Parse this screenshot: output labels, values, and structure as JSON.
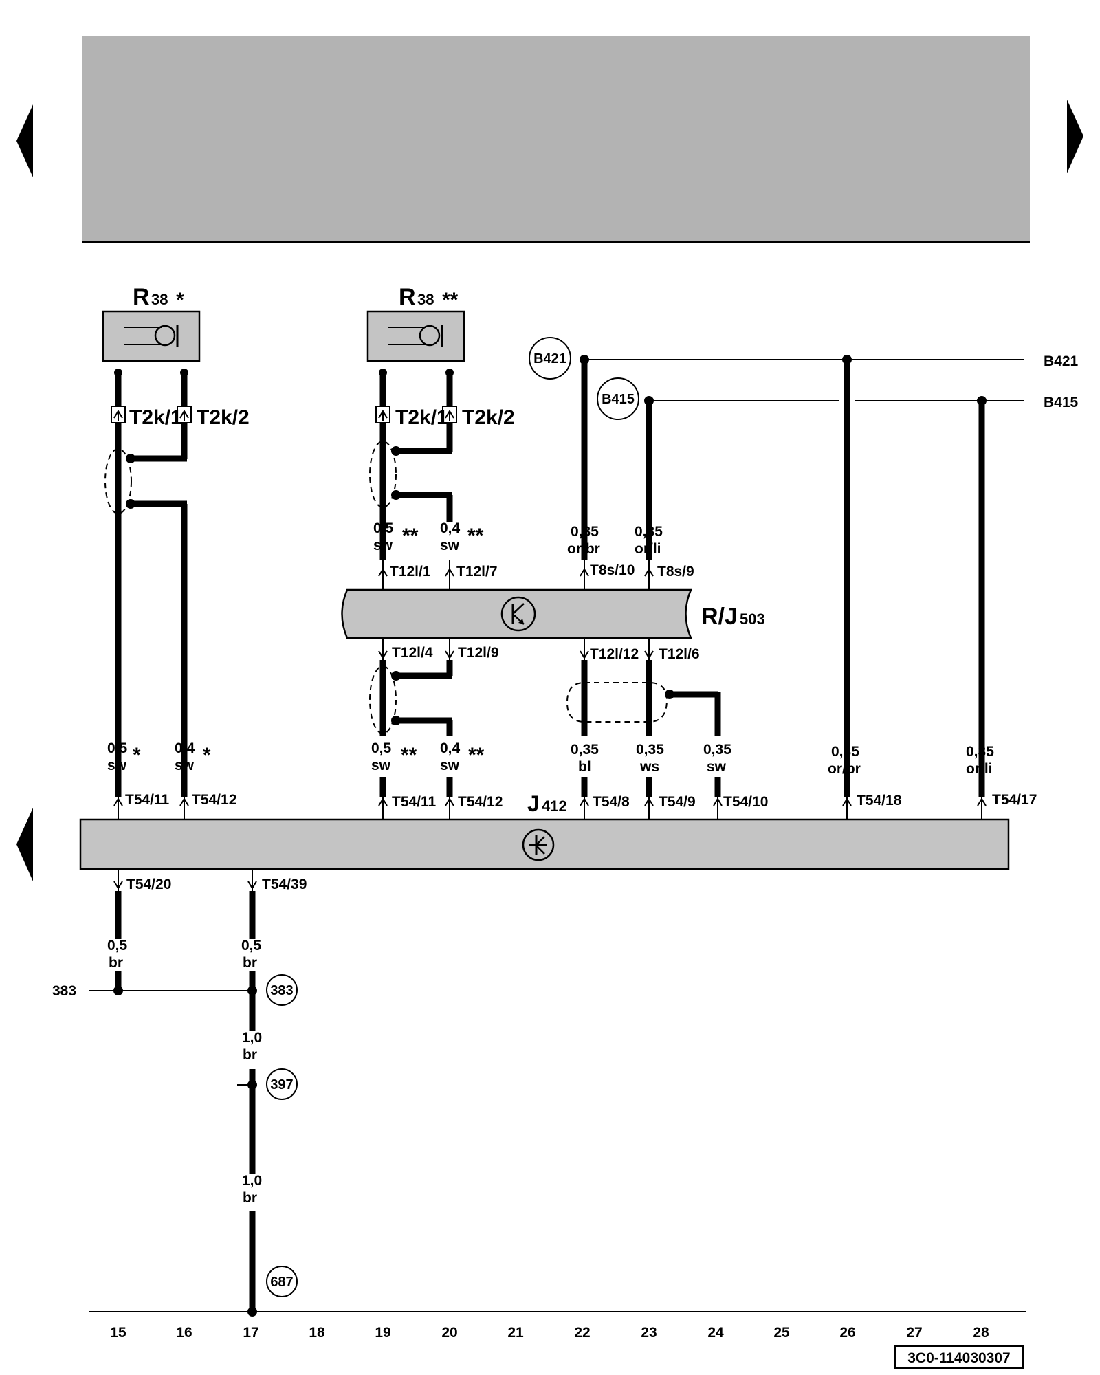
{
  "navigation": {
    "prev_arrow_icon": "triangle-left",
    "next_arrow_icon": "triangle-right",
    "bottom_prev_arrow_icon": "triangle-left"
  },
  "header_panel": {
    "color": "#b3b3b3"
  },
  "components": {
    "r38_star": {
      "label": "R",
      "sub": "38",
      "mark": "*"
    },
    "r38_dstar": {
      "label": "R",
      "sub": "38",
      "mark": "**"
    },
    "rj503": {
      "label": "R/J",
      "sub": "503"
    },
    "j412": {
      "label": "J",
      "sub": "412"
    }
  },
  "connectors": {
    "t2k1_a": "T2k/1",
    "t2k2_a": "T2k/2",
    "t2k1_b": "T2k/1",
    "t2k2_b": "T2k/2",
    "t12l1": "T12l/1",
    "t12l7": "T12l/7",
    "t8s10": "T8s/10",
    "t8s9": "T8s/9",
    "t12l4": "T12l/4",
    "t12l9": "T12l/9",
    "t12l12": "T12l/12",
    "t12l6": "T12l/6",
    "t54_11a": "T54/11",
    "t54_12a": "T54/12",
    "t54_11b": "T54/11",
    "t54_12b": "T54/12",
    "t54_8": "T54/8",
    "t54_9": "T54/9",
    "t54_10": "T54/10",
    "t54_18": "T54/18",
    "t54_17": "T54/17",
    "t54_20": "T54/20",
    "t54_39": "T54/39"
  },
  "wires": {
    "w1_size": "0,5",
    "w1_color": "sw",
    "w1_mark": "*",
    "w2_size": "0,4",
    "w2_color": "sw",
    "w2_mark": "*",
    "w3_size": "0,5",
    "w3_color": "sw",
    "w3_mark": "**",
    "w4_size": "0,4",
    "w4_color": "sw",
    "w4_mark": "**",
    "w5_size": "0,35",
    "w5_color": "or/br",
    "w6_size": "0,35",
    "w6_color": "or/li",
    "w7_size": "0,5",
    "w7_color": "sw",
    "w7_mark": "**",
    "w8_size": "0,4",
    "w8_color": "sw",
    "w8_mark": "**",
    "w9_size": "0,35",
    "w9_color": "bl",
    "w10_size": "0,35",
    "w10_color": "ws",
    "w11_size": "0,35",
    "w11_color": "sw",
    "w12_size": "0,35",
    "w12_color": "or/br",
    "w13_size": "0,35",
    "w13_color": "or/li",
    "w14_size": "0,5",
    "w14_color": "br",
    "w15_size": "0,5",
    "w15_color": "br",
    "w16_size": "1,0",
    "w16_color": "br",
    "w17_size": "1,0",
    "w17_color": "br"
  },
  "nodes": {
    "b421_circle": "B421",
    "b415_circle": "B415",
    "b421_right": "B421",
    "b415_right": "B415",
    "g383_left": "383",
    "g383_circle": "383",
    "g397_circle": "397",
    "g687_circle": "687"
  },
  "columns": [
    "15",
    "16",
    "17",
    "18",
    "19",
    "20",
    "21",
    "22",
    "23",
    "24",
    "25",
    "26",
    "27",
    "28"
  ],
  "diagram_id": "3C0-114030307"
}
